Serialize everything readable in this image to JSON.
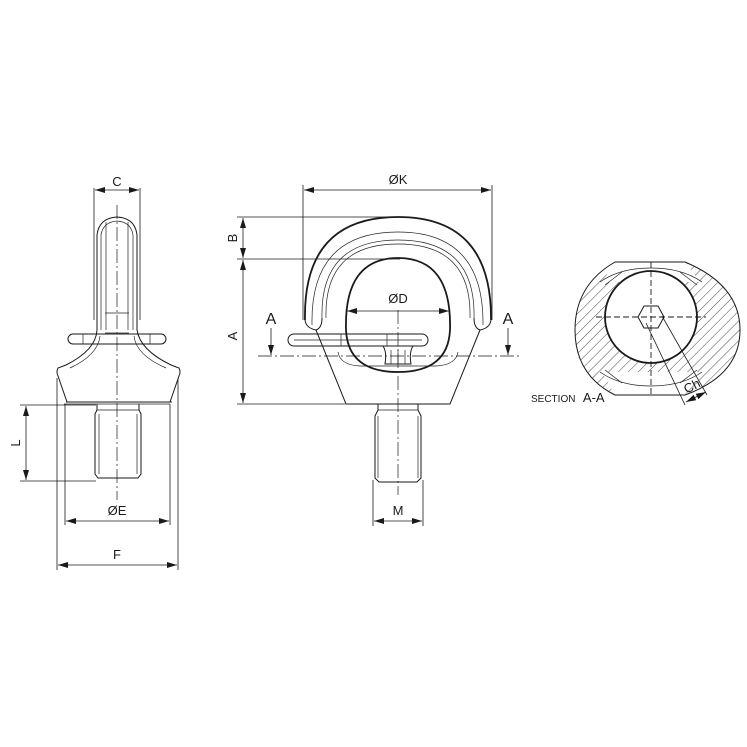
{
  "drawing": {
    "views": {
      "side": {
        "dimensions": {
          "C": "C",
          "L": "L",
          "E": "ØE",
          "F": "F"
        }
      },
      "front": {
        "dimensions": {
          "K": "ØK",
          "B": "B",
          "A": "A",
          "D": "ØD",
          "M": "M"
        },
        "section_marks": {
          "left": "A",
          "right": "A"
        }
      },
      "section": {
        "title_prefix": "SECTION",
        "title_suffix": "A-A",
        "dimensions": {
          "Ch": "Ch"
        }
      }
    }
  }
}
